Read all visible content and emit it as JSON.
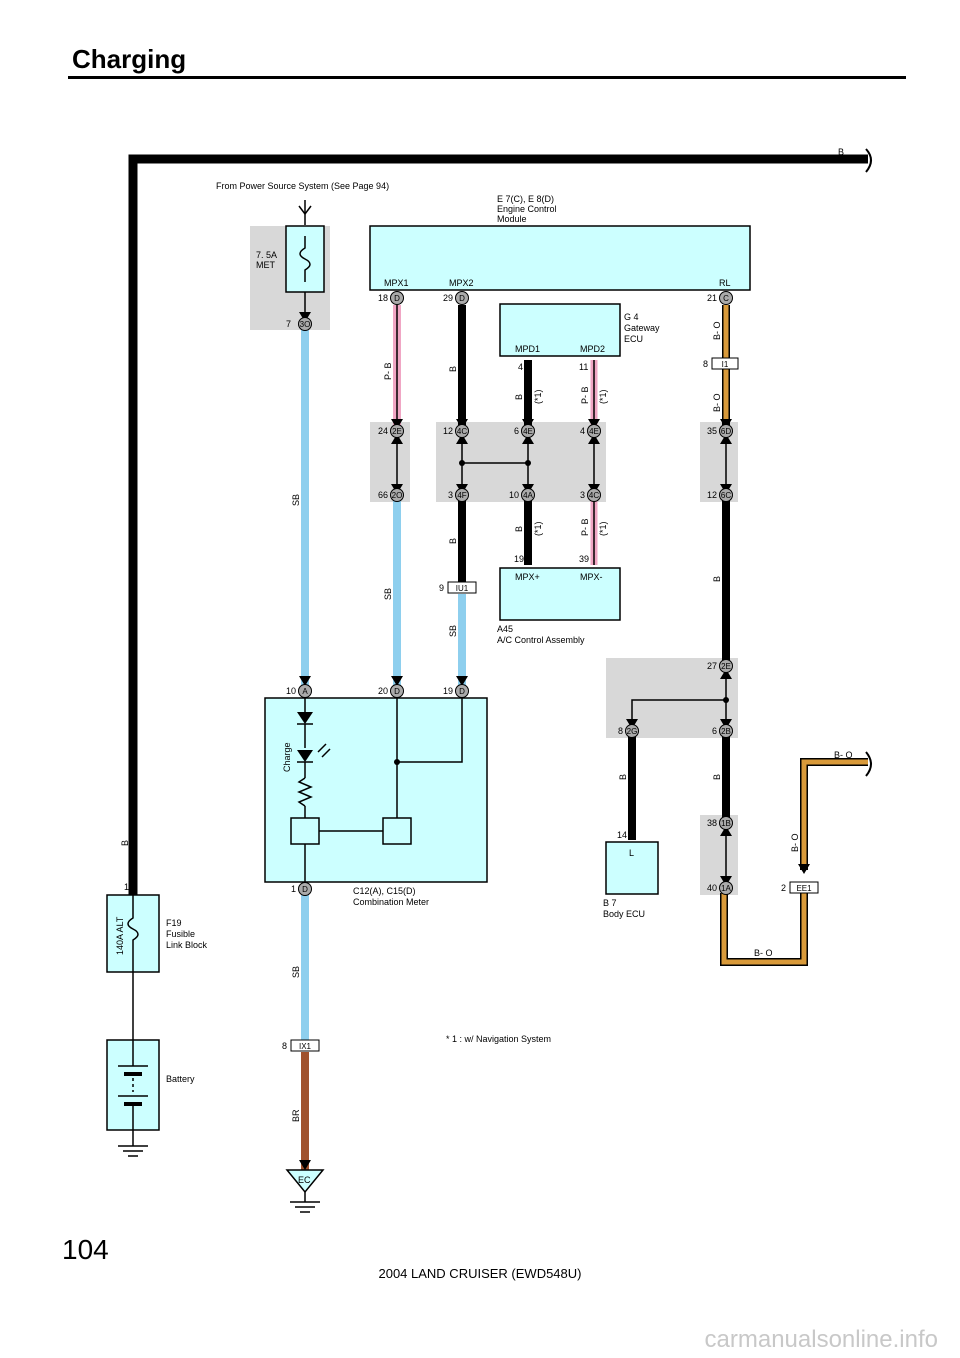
{
  "page": {
    "title": "Charging",
    "page_number": "104",
    "footer": "2004 LAND CRUISER (EWD548U)",
    "watermark": "carmanualsonline.info",
    "footnote": "* 1 : w/ Navigation System"
  },
  "colors": {
    "wire_black": "#000000",
    "wire_sb": "#8ecfee",
    "wire_pink": "#f0a6c4",
    "wire_orange": "#d99a3a",
    "wire_brown": "#a0522d",
    "component_fill": "#ccffff",
    "connector_fill": "#d8d8d8"
  },
  "labels": {
    "power_source": "From Power Source System (See Page 94)",
    "fuse_rating": "7. 5A",
    "fuse_name": "MET",
    "ecm_line1": "E 7(C), E 8(D)",
    "ecm_line2": "Engine Control",
    "ecm_line3": "Module",
    "gw_line1": "G 4",
    "gw_line2": "Gateway",
    "gw_line3": "ECU",
    "ac_line1": "A45",
    "ac_line2": "A/C Control Assembly",
    "meter_line1": "C12(A), C15(D)",
    "meter_line2": "Combination Meter",
    "charge": "Charge",
    "body_line1": "B 7",
    "body_line2": "Body ECU",
    "body_pin": "L",
    "fl_line1": "F19",
    "fl_line2": "Fusible",
    "fl_line3": "Link Block",
    "fl_rating": "140A ALT",
    "battery": "Battery",
    "ground": "EC"
  },
  "pins": {
    "mpx1": "MPX1",
    "mpx2": "MPX2",
    "rl": "RL",
    "mpd1": "MPD1",
    "mpd2": "MPD2",
    "mpxp": "MPX+",
    "mpxm": "MPX-"
  },
  "wire_colors": {
    "b": "B",
    "pb": "P- B",
    "sb": "SB",
    "bo": "B- O",
    "br": "BR",
    "note": "(*1)"
  },
  "connectors": {
    "c3o": {
      "num": "7",
      "id": "3O"
    },
    "c18d": {
      "num": "18",
      "id": "D"
    },
    "c29d": {
      "num": "29",
      "id": "D"
    },
    "c21c": {
      "num": "21",
      "id": "C"
    },
    "c8i1": {
      "num": "8",
      "id": "I1"
    },
    "c2e": {
      "num": "24",
      "id": "2E"
    },
    "c2o": {
      "num": "66",
      "id": "2O"
    },
    "c4c_top": {
      "num": "12",
      "id": "4C"
    },
    "c4f": {
      "num": "3",
      "id": "4F"
    },
    "c4e_a": {
      "num": "6",
      "id": "4E"
    },
    "c4a": {
      "num": "10",
      "id": "4A"
    },
    "c4e_b": {
      "num": "4",
      "id": "4E"
    },
    "c4c_bot": {
      "num": "3",
      "id": "4C"
    },
    "c6d": {
      "num": "35",
      "id": "6D"
    },
    "c6c": {
      "num": "12",
      "id": "6C"
    },
    "ciu1": {
      "num": "9",
      "id": "IU1"
    },
    "c2e_b": {
      "num": "27",
      "id": "2E"
    },
    "c2g": {
      "num": "8",
      "id": "2G"
    },
    "c2b": {
      "num": "6",
      "id": "2B"
    },
    "c1b": {
      "num": "38",
      "id": "1B"
    },
    "c1a": {
      "num": "40",
      "id": "1A"
    },
    "cee1": {
      "num": "2",
      "id": "EE1"
    },
    "c10a": {
      "num": "10",
      "id": "A"
    },
    "c20d": {
      "num": "20",
      "id": "D"
    },
    "c19d": {
      "num": "19",
      "id": "D"
    },
    "c1d": {
      "num": "1",
      "id": "D"
    },
    "cix1": {
      "num": "8",
      "id": "IX1"
    }
  },
  "pin_numbers": {
    "gw_mpd1": "4",
    "gw_mpd2": "11",
    "ac_mpxp": "19",
    "ac_mpxm": "39",
    "body_l": "14",
    "fl_top": "1"
  }
}
